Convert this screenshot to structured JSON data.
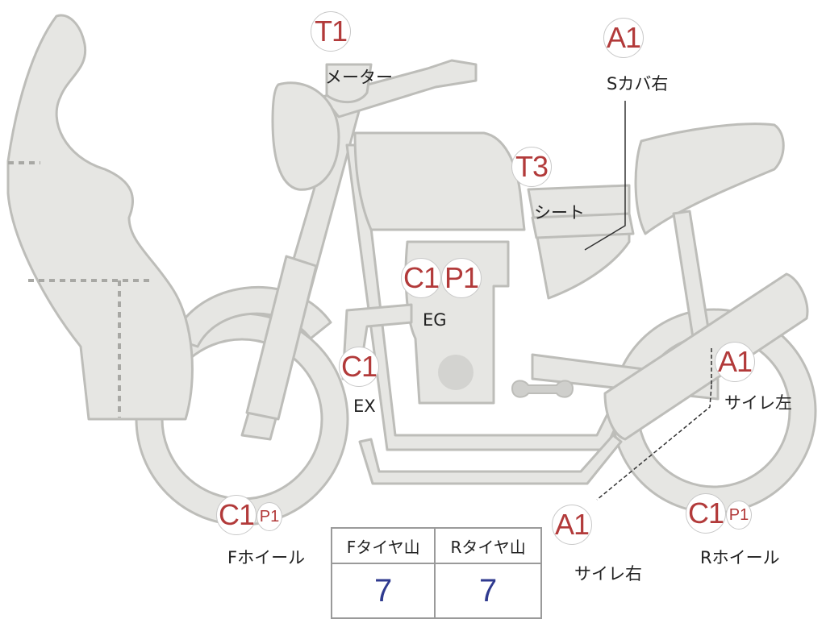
{
  "badges": {
    "meter": "T1",
    "side_cover_right": "A1",
    "seat": "T3",
    "engine_c": "C1",
    "engine_p": "P1",
    "exhaust": "C1",
    "side_left": "A1",
    "side_right": "A1",
    "front_wheel_c": "C1",
    "front_wheel_p": "P1",
    "rear_wheel_c": "C1",
    "rear_wheel_p": "P1"
  },
  "labels": {
    "meter": "メーター",
    "side_cover_right": "Sカバ右",
    "seat": "シート",
    "engine": "EG",
    "exhaust": "EX",
    "side_left": "サイレ左",
    "side_right": "サイレ右",
    "front_wheel": "Fホイール",
    "rear_wheel": "Rホイール"
  },
  "tire_table": {
    "headers": [
      "Fタイヤ山",
      "Rタイヤ山"
    ],
    "values": [
      "7",
      "7"
    ]
  },
  "colors": {
    "part_fill": "#e6e6e3",
    "part_stroke": "#bdbdb9",
    "badge_text": "#b23a3a",
    "tire_value": "#2f3a8f"
  }
}
